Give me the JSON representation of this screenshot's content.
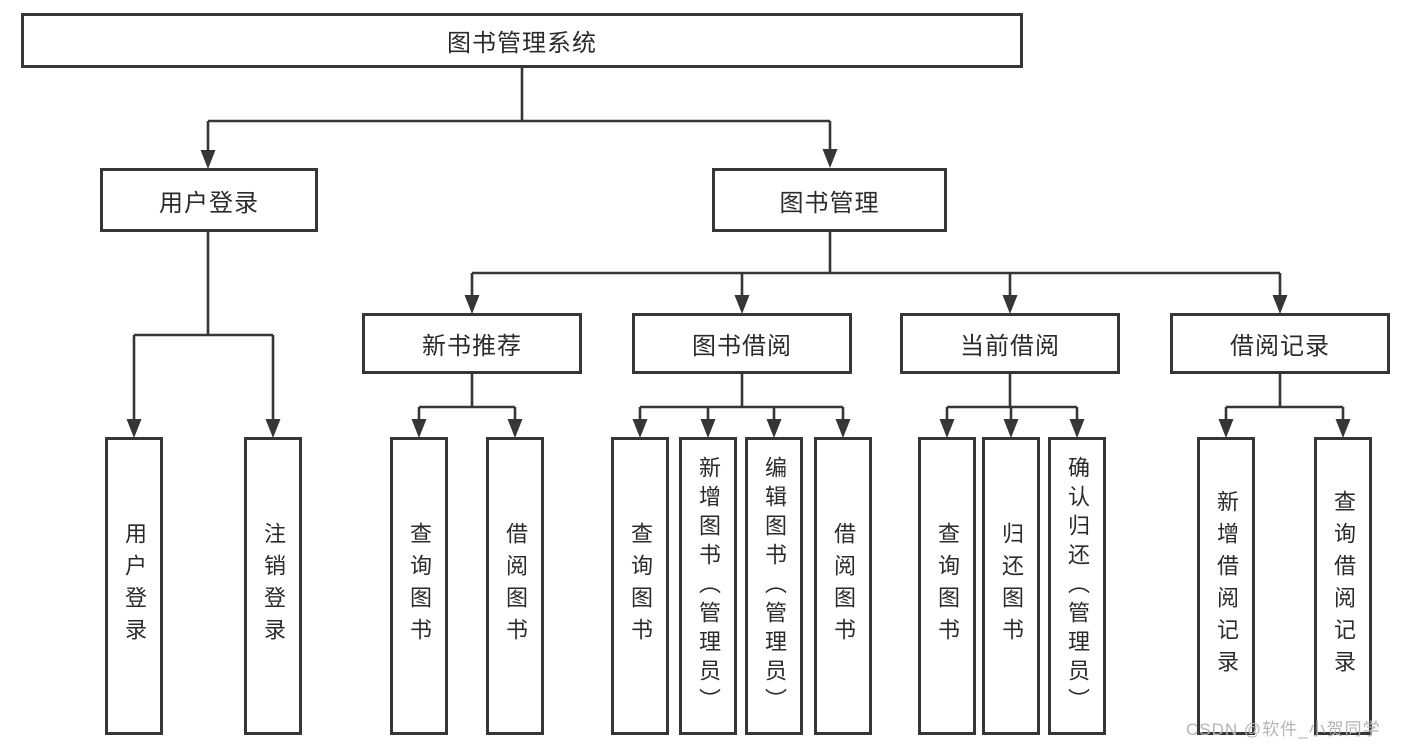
{
  "tree": {
    "root": {
      "label": "图书管理系统",
      "children": [
        {
          "label": "用户登录",
          "children": [
            {
              "label": "用户登录"
            },
            {
              "label": "注销登录"
            }
          ]
        },
        {
          "label": "图书管理",
          "children": [
            {
              "label": "新书推荐",
              "children": [
                {
                  "label": "查询图书"
                },
                {
                  "label": "借阅图书"
                }
              ]
            },
            {
              "label": "图书借阅",
              "children": [
                {
                  "label": "查询图书"
                },
                {
                  "label": "新增图书（管理员）"
                },
                {
                  "label": "编辑图书（管理员）"
                },
                {
                  "label": "借阅图书"
                }
              ]
            },
            {
              "label": "当前借阅",
              "children": [
                {
                  "label": "查询图书"
                },
                {
                  "label": "归还图书"
                },
                {
                  "label": "确认归还（管理员）"
                }
              ]
            },
            {
              "label": "借阅记录",
              "children": [
                {
                  "label": "新增借阅记录"
                },
                {
                  "label": "查询借阅记录"
                }
              ]
            }
          ]
        }
      ]
    }
  },
  "watermark": {
    "text": "CSDN @软件_小贺同学"
  },
  "colors": {
    "line": "#363636",
    "text": "#2b2b2b",
    "watermark": "#b5b5b5",
    "background": "#ffffff"
  }
}
